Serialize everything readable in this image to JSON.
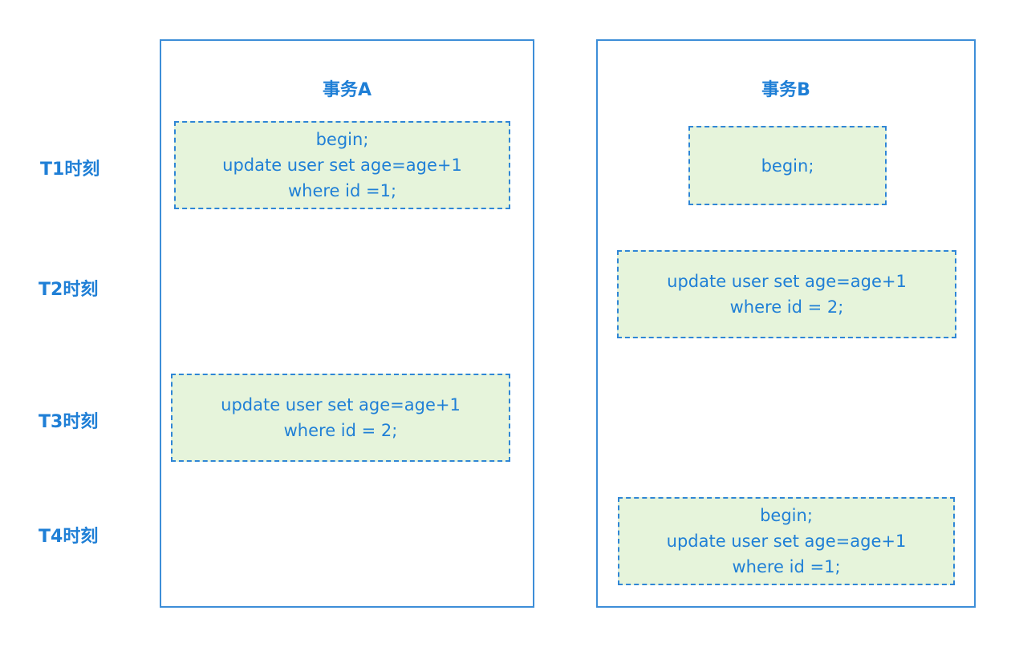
{
  "time_labels": [
    "T1时刻",
    "T2时刻",
    "T3时刻",
    "T4时刻"
  ],
  "transaction_a": {
    "title": "事务A",
    "t1_lines": [
      "begin;",
      "update user set age=age+1",
      "where id =1;"
    ],
    "t3_lines": [
      "update user set age=age+1",
      "where id = 2;"
    ]
  },
  "transaction_b": {
    "title": "事务B",
    "t1_lines": [
      "begin;"
    ],
    "t2_lines": [
      "update user set age=age+1",
      "where id = 2;"
    ],
    "t4_lines": [
      "begin;",
      "update user set age=age+1",
      "where id =1;"
    ]
  },
  "colors": {
    "text": "#1f7fd6",
    "border": "#3d8ed8",
    "box_fill": "#e6f4db"
  }
}
